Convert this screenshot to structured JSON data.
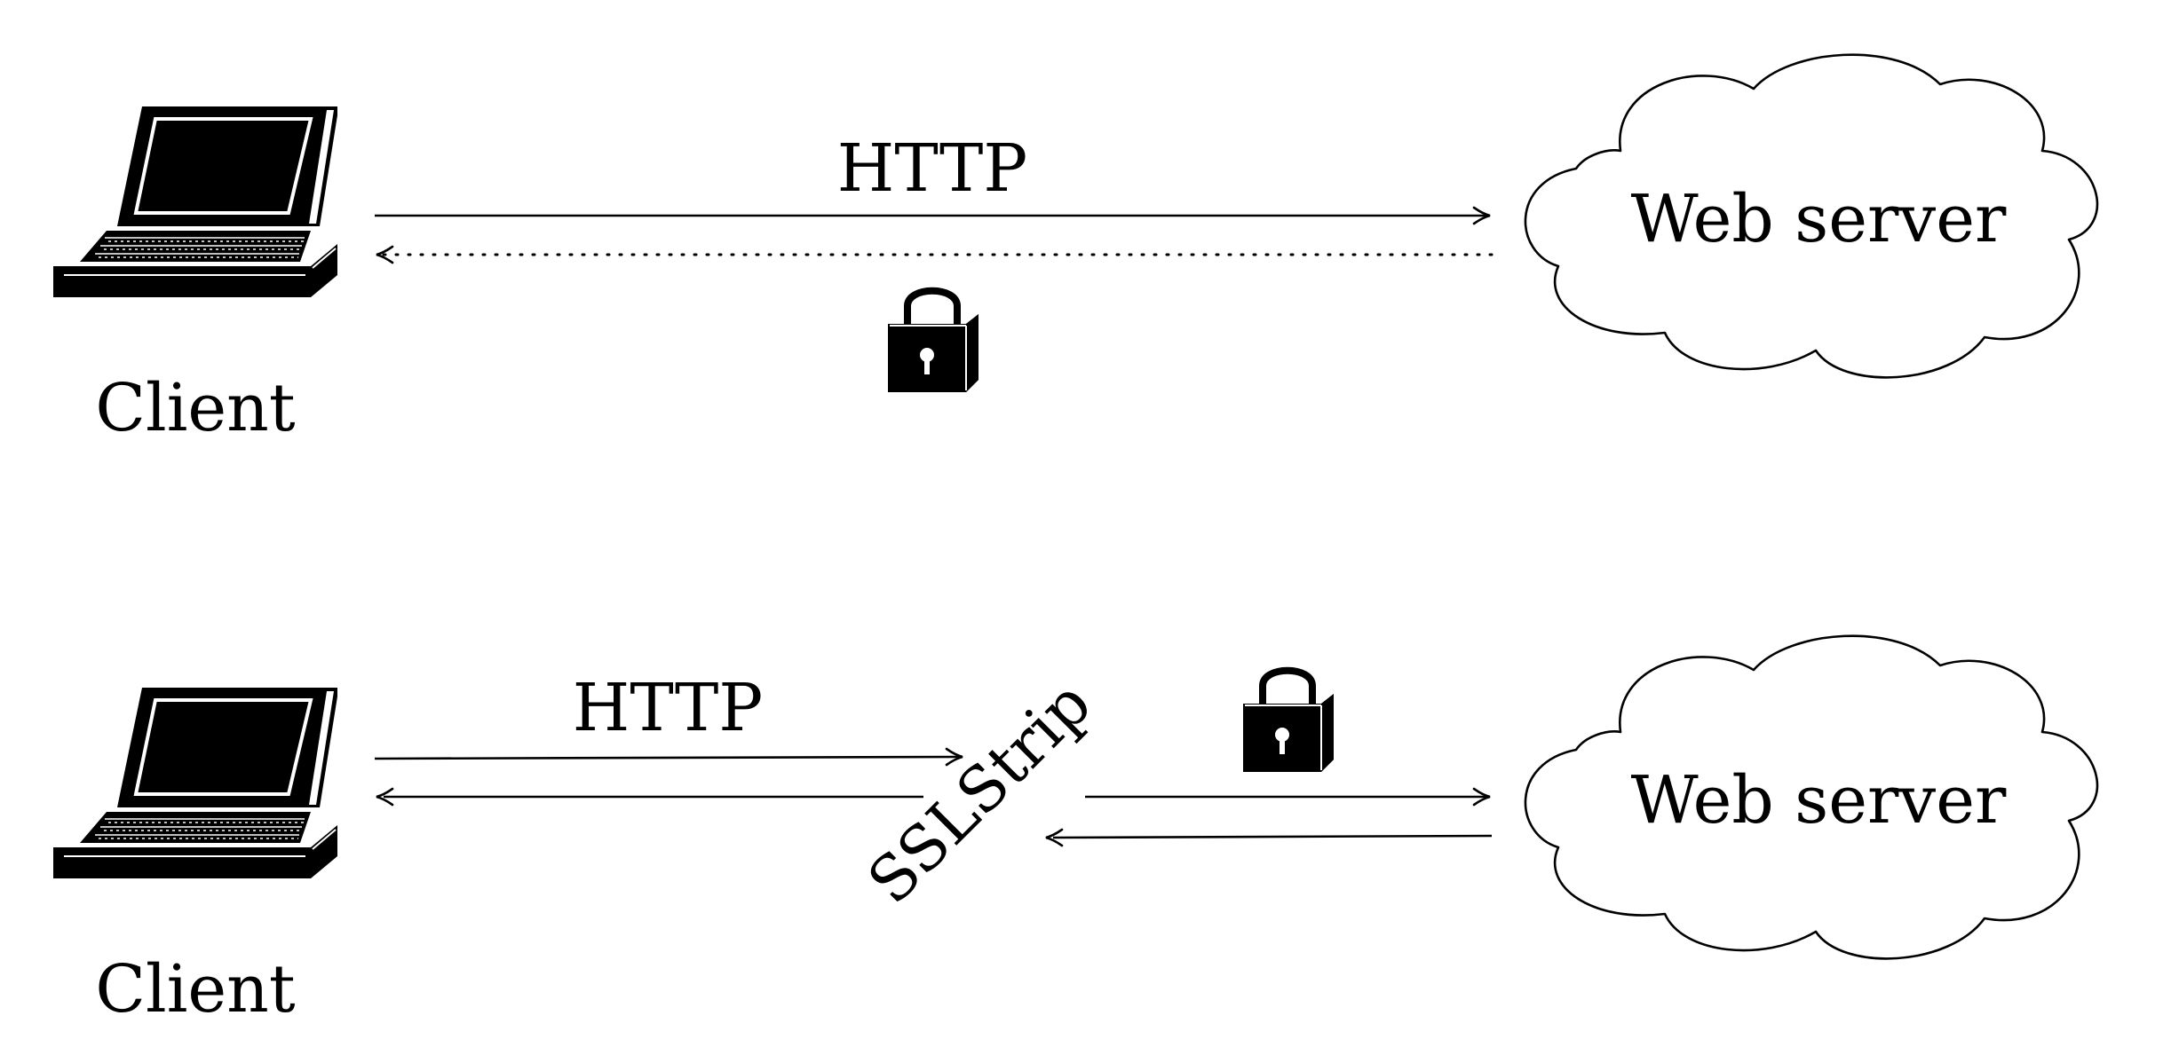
{
  "top": {
    "client_label": "Client",
    "server_label": "Web server",
    "protocol_label": "HTTP"
  },
  "bottom": {
    "client_label": "Client",
    "server_label": "Web server",
    "protocol_label": "HTTP",
    "proxy_label": "SSLStrip"
  },
  "icons": [
    "laptop-icon",
    "cloud-icon",
    "padlock-icon"
  ],
  "colors": {
    "ink": "#000000",
    "background": "#ffffff"
  }
}
